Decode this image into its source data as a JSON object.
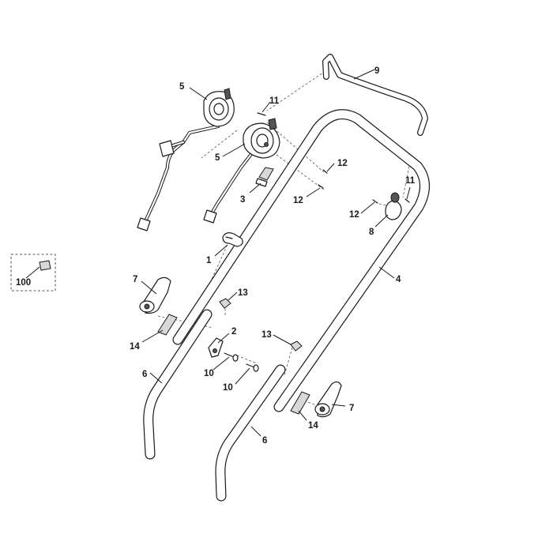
{
  "callouts": {
    "c1": "1",
    "c2": "2",
    "c3": "3",
    "c4": "4",
    "c5a": "5",
    "c5b": "5",
    "c6a": "6",
    "c6b": "6",
    "c7a": "7",
    "c7b": "7",
    "c8": "8",
    "c9": "9",
    "c10a": "10",
    "c10b": "10",
    "c11a": "11",
    "c11b": "11",
    "c12a": "12",
    "c12b": "12",
    "c12c": "12",
    "c13a": "13",
    "c13b": "13",
    "c14a": "14",
    "c14b": "14",
    "c100": "100"
  },
  "colors": {
    "line": "#1a1a1a",
    "background": "#ffffff",
    "dashed": "#555555"
  }
}
